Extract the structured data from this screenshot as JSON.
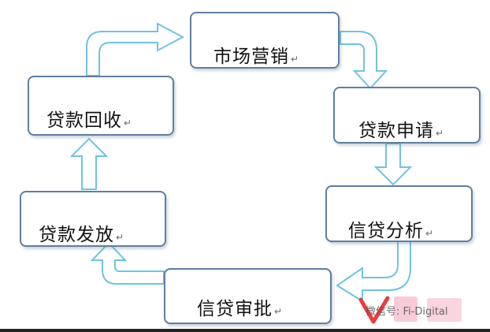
{
  "nodes": {
    "marketing": {
      "label": "市场营销"
    },
    "application": {
      "label": "贷款申请"
    },
    "analysis": {
      "label": "信贷分析"
    },
    "approval": {
      "label": "信贷审批"
    },
    "disbursement": {
      "label": "贷款发放"
    },
    "collection": {
      "label": "贷款回收"
    }
  },
  "paragraph_mark": "↵",
  "watermark": {
    "text": "微信号: Fi-Digital"
  },
  "colors": {
    "arrow_stroke": "#6fc3df",
    "box_border": "#5f7fa0",
    "logo_red": "#e83e3e",
    "logo_pink": "#f3a0b8"
  }
}
